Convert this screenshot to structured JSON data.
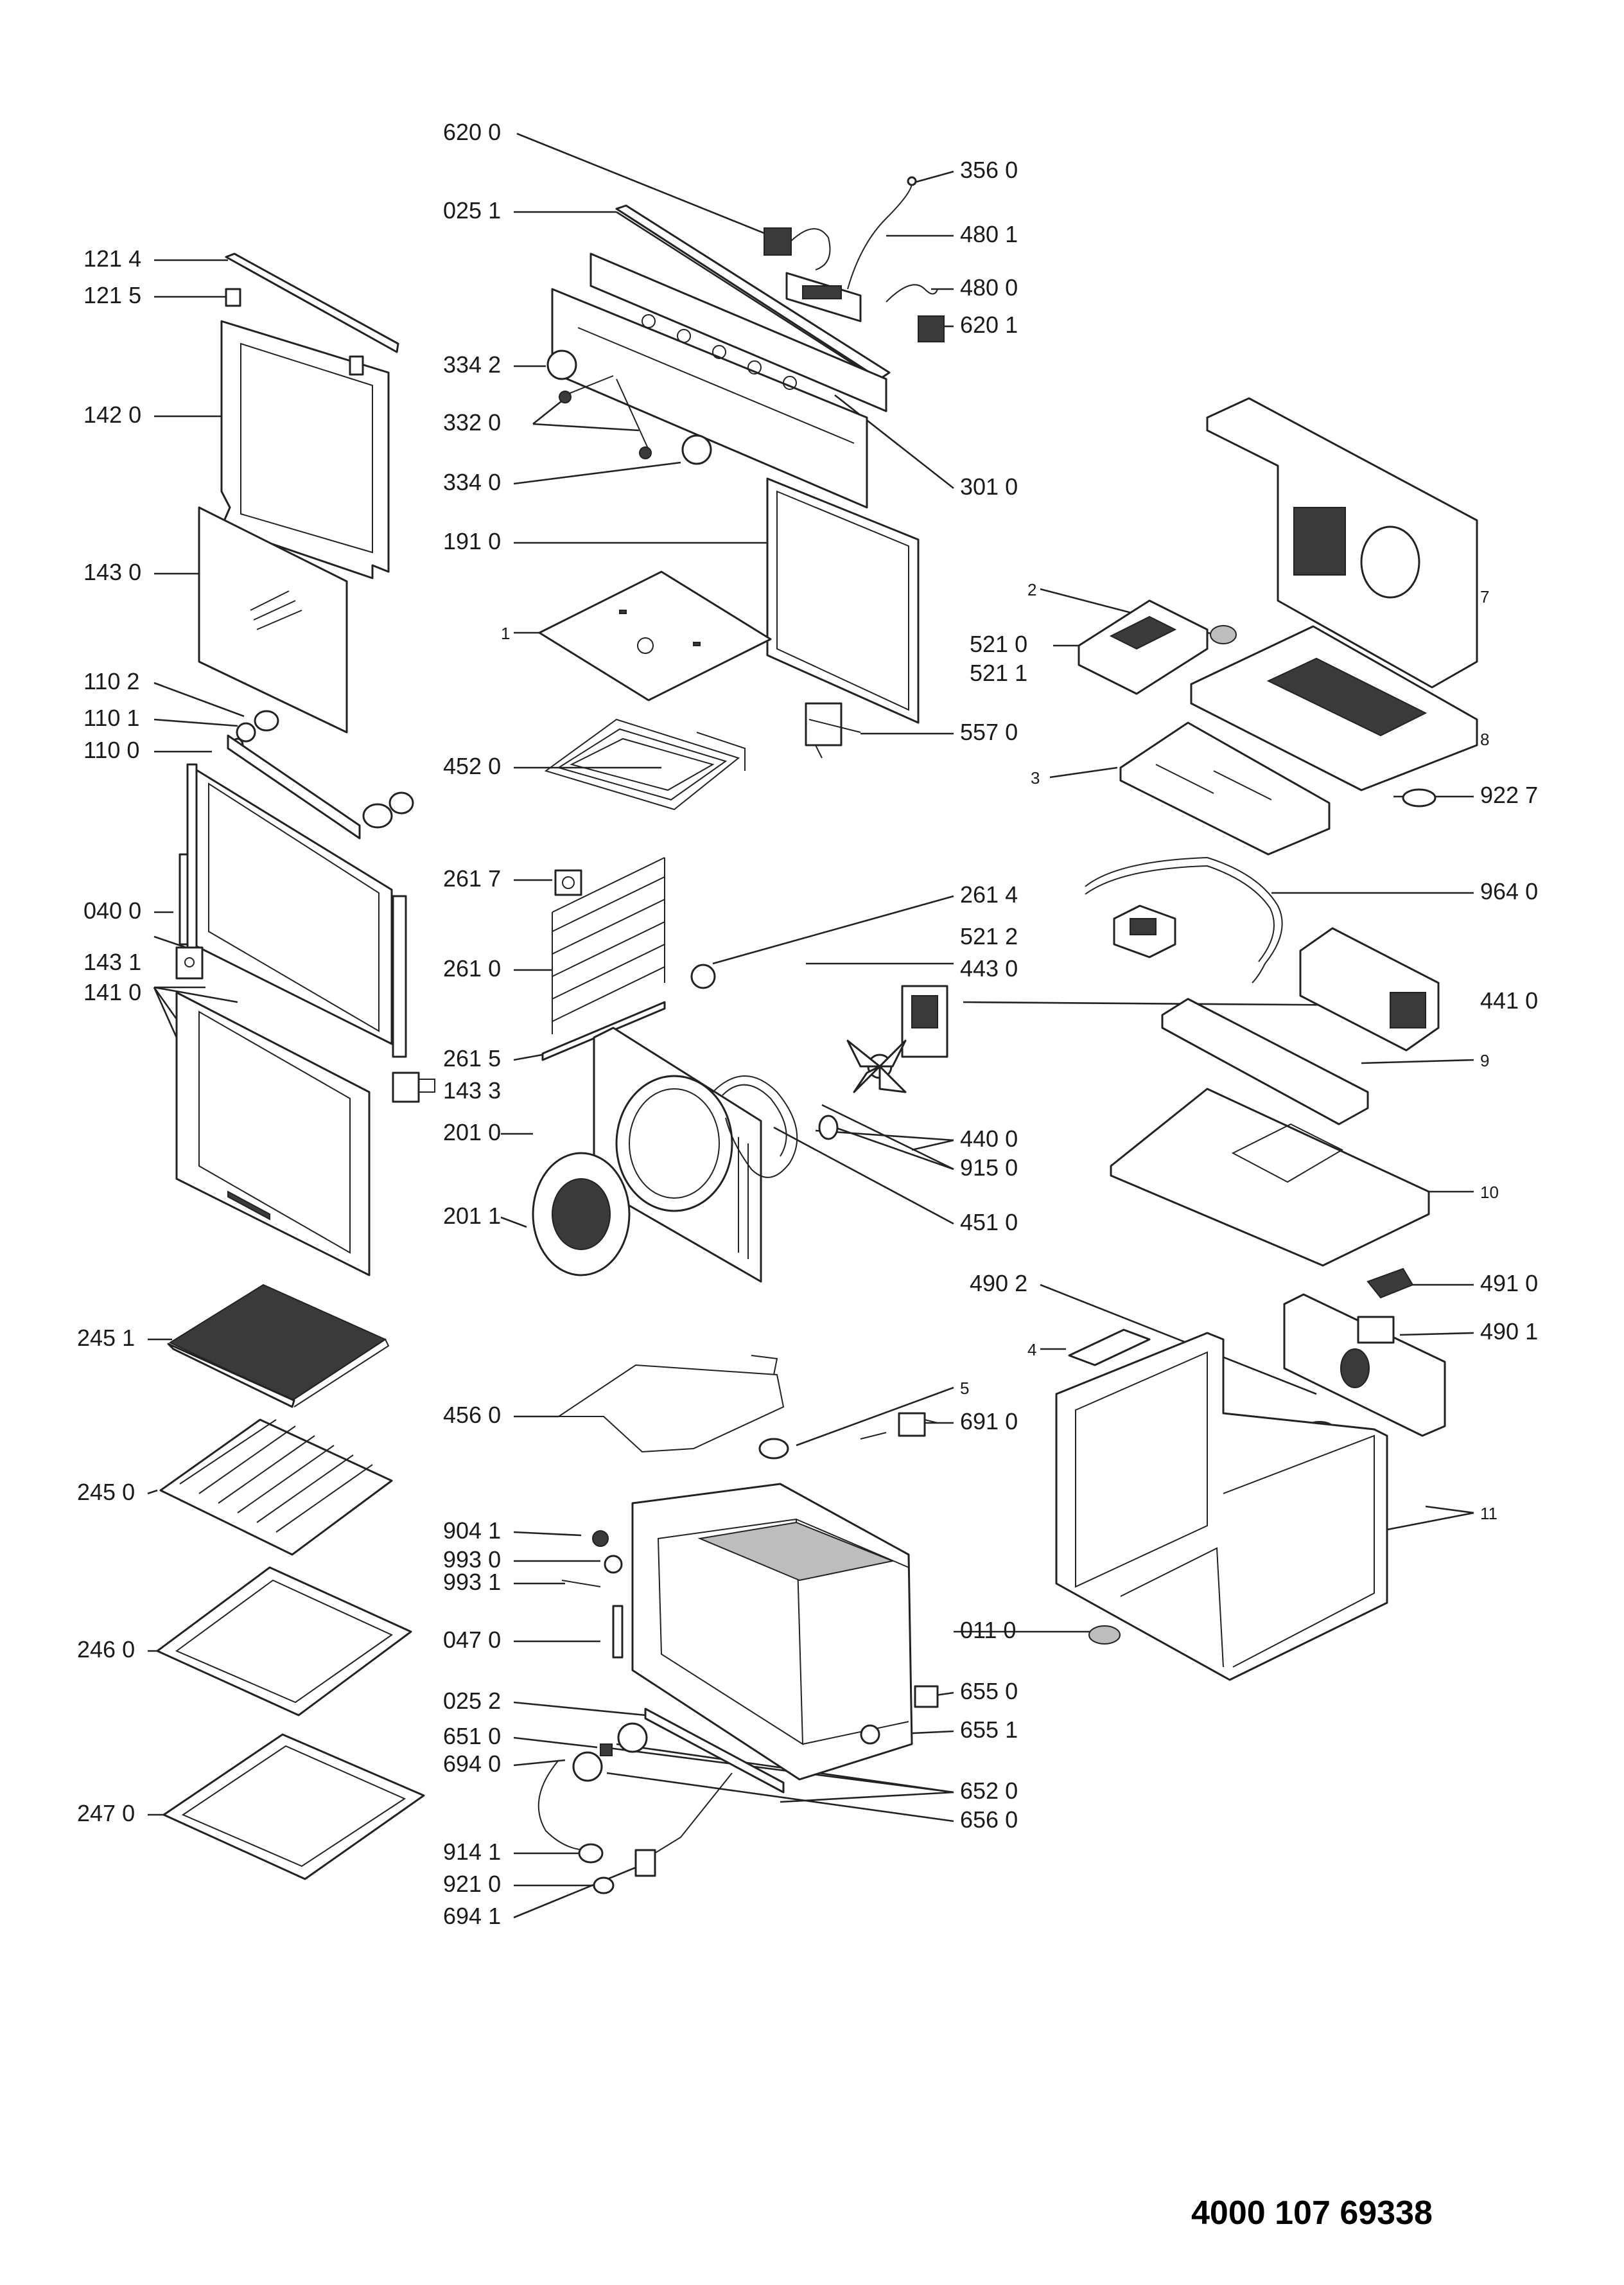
{
  "doc_number": "4000 107 69338",
  "labels": {
    "l6200": "620 0",
    "l3560": "356 0",
    "l0251": "025 1",
    "l4801": "480 1",
    "l4800": "480 0",
    "l6201": "620 1",
    "l1214": "121 4",
    "l1215": "121 5",
    "l3342": "334 2",
    "l1420": "142 0",
    "l3320": "332 0",
    "l3340": "334 0",
    "l3010": "301 0",
    "l1910": "191 0",
    "l1430": "143 0",
    "l7": "7",
    "l2": "2",
    "l1": "1",
    "l5210": "521 0",
    "l5211": "521 1",
    "l1102": "110 2",
    "l1101": "110 1",
    "l1100": "110 0",
    "l5570": "557 0",
    "l8": "8",
    "l4520": "452 0",
    "l3": "3",
    "l9227": "922 7",
    "l2617": "261 7",
    "l2614": "261 4",
    "l9640": "964 0",
    "l0400": "040 0",
    "l5212": "521 2",
    "l1431": "143 1",
    "l2610": "261 0",
    "l4430": "443 0",
    "l1410": "141 0",
    "l4410": "441 0",
    "l9": "9",
    "l2615": "261 5",
    "l1433": "143 3",
    "l4400": "440 0",
    "l2010": "201 0",
    "l9150": "915 0",
    "l10": "10",
    "l2011": "201 1",
    "l4510": "451 0",
    "l4902": "490 2",
    "l4910": "491 0",
    "l2451": "245 1",
    "l4901": "490 1",
    "l4": "4",
    "l5": "5",
    "l4560": "456 0",
    "l6910": "691 0",
    "l11": "11",
    "l2450": "245 0",
    "l9041": "904 1",
    "l9930": "993 0",
    "l9931": "993 1",
    "l0470": "047 0",
    "l0110": "011 0",
    "l2460": "246 0",
    "l0252": "025 2",
    "l6550": "655 0",
    "l6510": "651 0",
    "l6551": "655 1",
    "l6940": "694 0",
    "l6520": "652 0",
    "l6560": "656 0",
    "l2470": "247 0",
    "l9141": "914 1",
    "l9210": "921 0",
    "l6941": "694 1"
  }
}
